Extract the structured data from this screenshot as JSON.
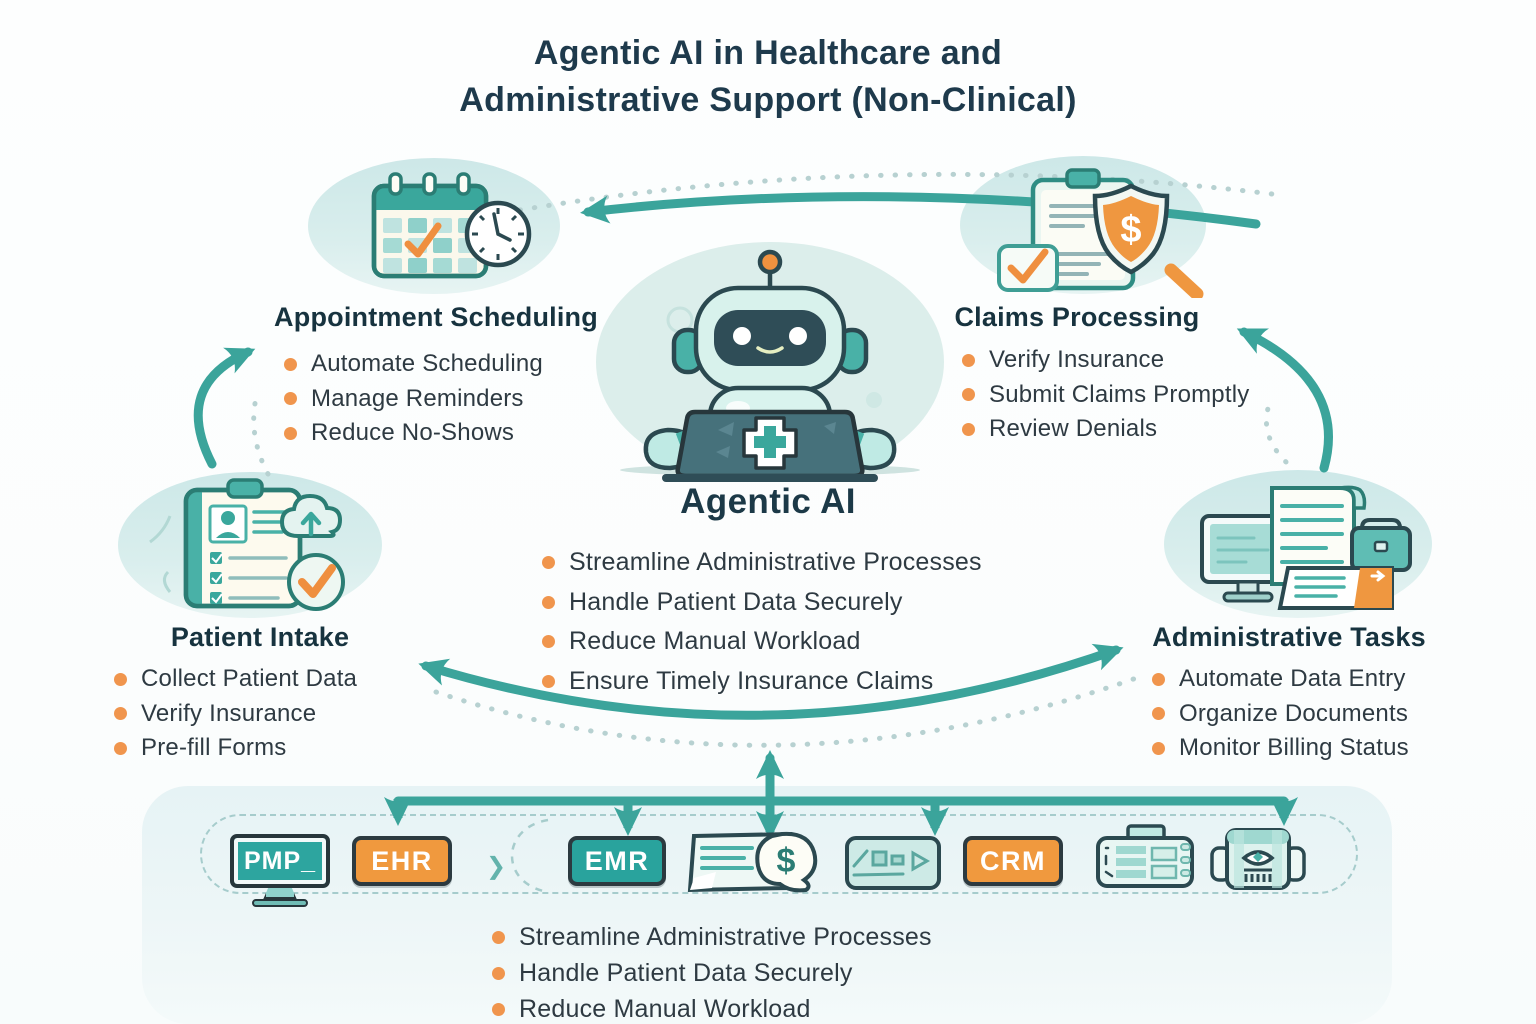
{
  "title": {
    "line1": "Agentic AI in Healthcare and",
    "line2": "Administrative Support (Non-Clinical)"
  },
  "center": {
    "heading": "Agentic AI",
    "icon": "robot-laptop-medical-icon",
    "bullets": [
      "Streamline Administrative Processes",
      "Handle Patient Data Securely",
      "Reduce Manual Workload",
      "Ensure Timely Insurance Claims"
    ]
  },
  "quadrants": {
    "appointment_scheduling": {
      "heading": "Appointment Scheduling",
      "icon": "calendar-clock-icon",
      "bullets": [
        "Automate Scheduling",
        "Manage Reminders",
        "Reduce No-Shows"
      ]
    },
    "claims_processing": {
      "heading": "Claims Processing",
      "icon": "clipboard-shield-dollar-icon",
      "bullets": [
        "Verify Insurance",
        "Submit Claims Promptly",
        "Review Denials"
      ]
    },
    "patient_intake": {
      "heading": "Patient Intake",
      "icon": "intake-clipboard-cloud-icon",
      "bullets": [
        "Collect Patient Data",
        "Verify Insurance",
        "Pre-fill Forms"
      ]
    },
    "administrative_tasks": {
      "heading": "Administrative Tasks",
      "icon": "computer-documents-briefcase-icon",
      "bullets": [
        "Automate Data Entry",
        "Organize Documents",
        "Monitor Billing Status"
      ]
    }
  },
  "systems_bar": {
    "badges": {
      "pmp": "PMP_",
      "ehr": "EHR",
      "emr": "EMR",
      "crm": "CRM"
    },
    "dollar_symbol": "$",
    "icons": [
      "practice-monitor-icon",
      "invoice-dollar-icon",
      "analytics-badge-icon",
      "fax-machine-icon",
      "printer-icon"
    ],
    "bullets": [
      "Streamline Administrative Processes",
      "Handle Patient Data Securely",
      "Reduce Manual Workload"
    ]
  },
  "colors": {
    "teal_accent": "#3ba49b",
    "orange_accent": "#f0954d",
    "heading": "#1e3a4c",
    "body_text": "#2e3a42",
    "blob_bg": "#cde8e8",
    "panel_bg": "#e9f4f5"
  }
}
